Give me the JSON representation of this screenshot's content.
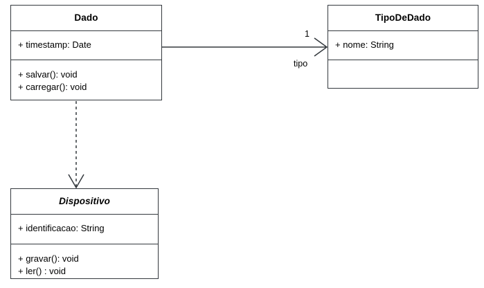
{
  "diagram": {
    "kind": "uml-class-diagram",
    "background": "#ffffff",
    "stroke_color": "#33383d",
    "text_color": "#000000"
  },
  "classes": {
    "dado": {
      "name": "Dado",
      "abstract": false,
      "attributes": [
        "+ timestamp: Date"
      ],
      "operations": [
        "+ salvar(): void",
        "+ carregar(): void"
      ]
    },
    "tipodedado": {
      "name": "TipoDeDado",
      "abstract": false,
      "attributes": [
        "+ nome: String"
      ],
      "operations": []
    },
    "dispositivo": {
      "name": "Dispositivo",
      "abstract": true,
      "attributes": [
        "+ identificacao: String"
      ],
      "operations": [
        "+ gravar(): void",
        "+ ler() : void"
      ]
    }
  },
  "relationships": {
    "association_dado_tipodedado": {
      "type": "association",
      "source": "Dado",
      "target": "TipoDeDado",
      "line_style": "solid",
      "arrowhead": "open",
      "multiplicity_label": "1",
      "role_label": "tipo"
    },
    "dependency_dado_dispositivo": {
      "type": "dependency",
      "source": "Dado",
      "target": "Dispositivo",
      "line_style": "dashed",
      "arrowhead": "open"
    }
  }
}
